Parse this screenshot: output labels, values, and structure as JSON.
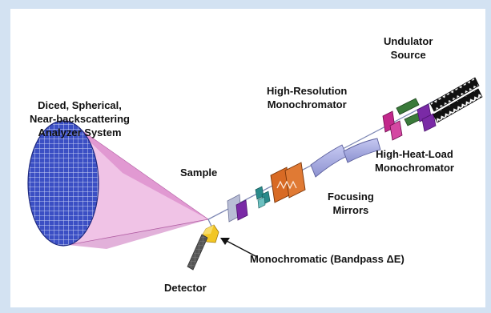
{
  "labels": {
    "undulator": [
      "Undulator",
      "Source"
    ],
    "hrm": [
      "High-Resolution",
      "Monochromator"
    ],
    "analyzer": [
      "Diced, Spherical,",
      "Near-backscattering",
      "Analyzer System"
    ],
    "hhlm": [
      "High-Heat-Load",
      "Monochromator"
    ],
    "sample": "Sample",
    "focusing": [
      "Focusing",
      "Mirrors"
    ],
    "mono_bandpass": "Monochromatic (Bandpass ΔE)",
    "detector": "Detector"
  },
  "colors": {
    "background": "#d3e2f2",
    "canvas": "#ffffff",
    "analyzer_grid": "#3b4fc4",
    "cone": "#e7a3d6",
    "beam": "#9aa6c8",
    "magenta": "#c2288c",
    "purple": "#7a2aa6",
    "orange": "#d86a24",
    "teal": "#2a8a8a",
    "mirror": "#a8ace0",
    "green": "#3a7a3a",
    "detector": "#555555",
    "sample": "#f0c020"
  }
}
